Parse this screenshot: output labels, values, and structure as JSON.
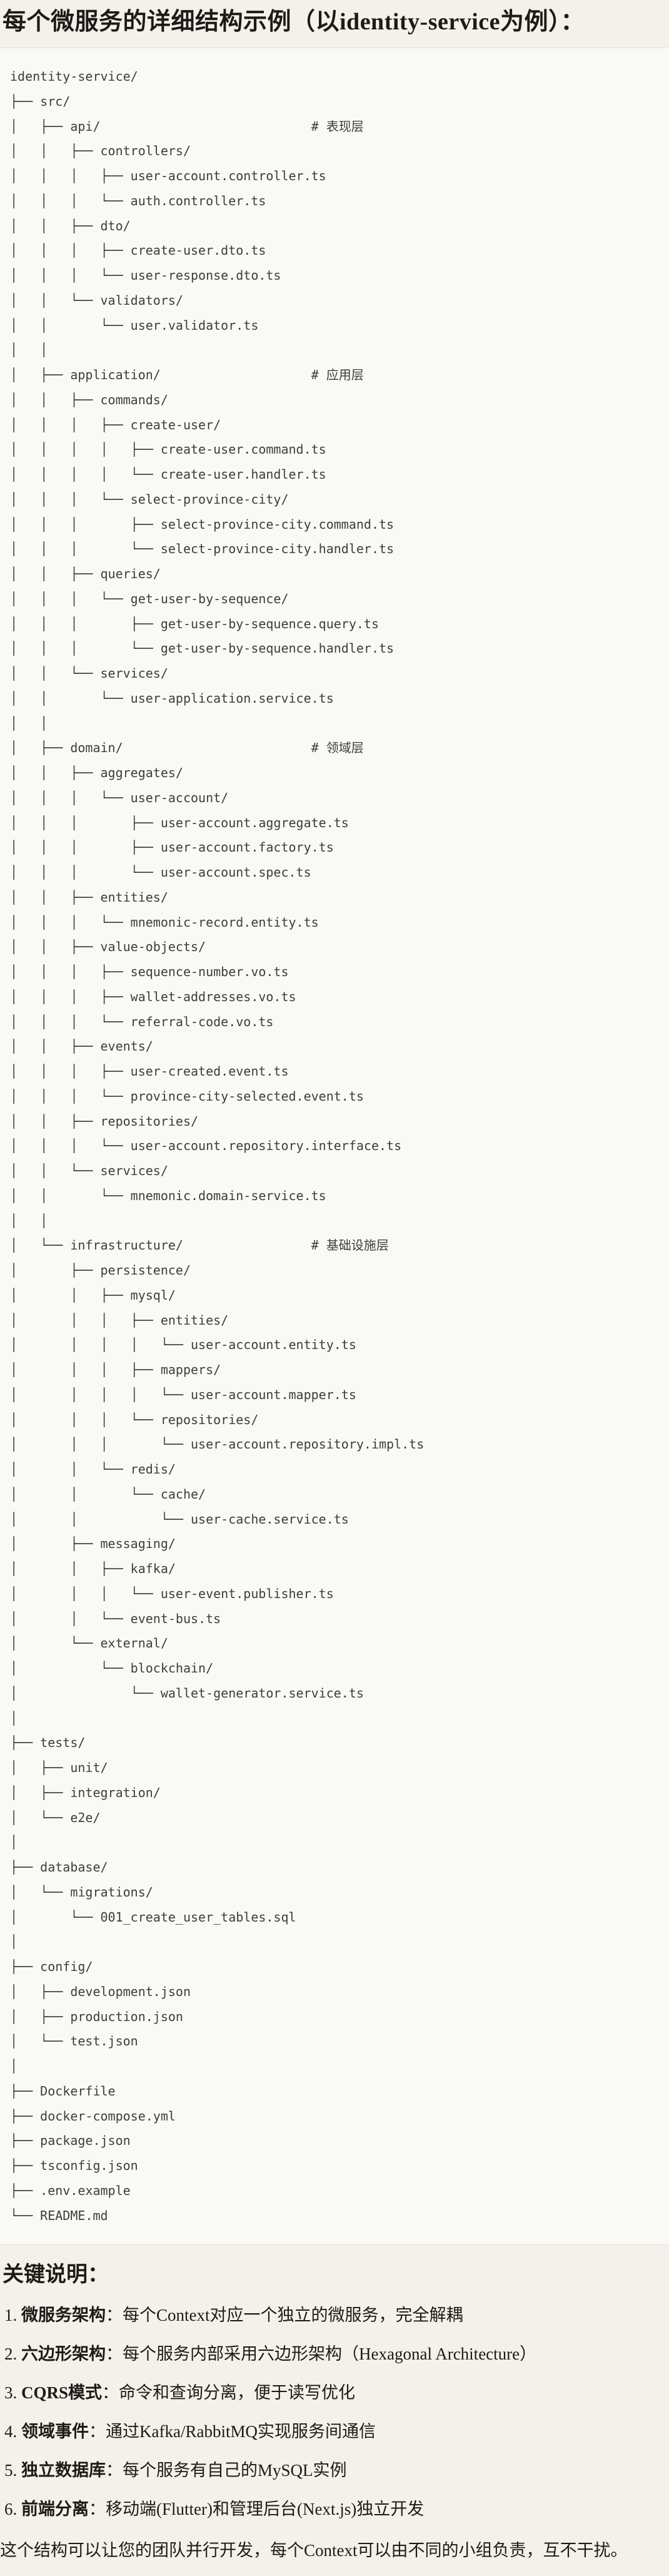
{
  "page": {
    "title": "每个微服务的详细结构示例（以identity-service为例）：",
    "colors": {
      "page_bg": "#f3f1ea",
      "code_bg": "#f9f9f6",
      "code_border": "#e3e1d8",
      "code_text": "#3e3d3a",
      "body_text": "#1c1b17"
    },
    "tree": {
      "lines": [
        "identity-service/",
        "├── src/",
        "│   ├── api/                            # 表现层",
        "│   │   ├── controllers/",
        "│   │   │   ├── user-account.controller.ts",
        "│   │   │   └── auth.controller.ts",
        "│   │   ├── dto/",
        "│   │   │   ├── create-user.dto.ts",
        "│   │   │   └── user-response.dto.ts",
        "│   │   └── validators/",
        "│   │       └── user.validator.ts",
        "│   │",
        "│   ├── application/                    # 应用层",
        "│   │   ├── commands/",
        "│   │   │   ├── create-user/",
        "│   │   │   │   ├── create-user.command.ts",
        "│   │   │   │   └── create-user.handler.ts",
        "│   │   │   └── select-province-city/",
        "│   │   │       ├── select-province-city.command.ts",
        "│   │   │       └── select-province-city.handler.ts",
        "│   │   ├── queries/",
        "│   │   │   └── get-user-by-sequence/",
        "│   │   │       ├── get-user-by-sequence.query.ts",
        "│   │   │       └── get-user-by-sequence.handler.ts",
        "│   │   └── services/",
        "│   │       └── user-application.service.ts",
        "│   │",
        "│   ├── domain/                         # 领域层",
        "│   │   ├── aggregates/",
        "│   │   │   └── user-account/",
        "│   │   │       ├── user-account.aggregate.ts",
        "│   │   │       ├── user-account.factory.ts",
        "│   │   │       └── user-account.spec.ts",
        "│   │   ├── entities/",
        "│   │   │   └── mnemonic-record.entity.ts",
        "│   │   ├── value-objects/",
        "│   │   │   ├── sequence-number.vo.ts",
        "│   │   │   ├── wallet-addresses.vo.ts",
        "│   │   │   └── referral-code.vo.ts",
        "│   │   ├── events/",
        "│   │   │   ├── user-created.event.ts",
        "│   │   │   └── province-city-selected.event.ts",
        "│   │   ├── repositories/",
        "│   │   │   └── user-account.repository.interface.ts",
        "│   │   └── services/",
        "│   │       └── mnemonic.domain-service.ts",
        "│   │",
        "│   └── infrastructure/                 # 基础设施层",
        "│       ├── persistence/",
        "│       │   ├── mysql/",
        "│       │   │   ├── entities/",
        "│       │   │   │   └── user-account.entity.ts",
        "│       │   │   ├── mappers/",
        "│       │   │   │   └── user-account.mapper.ts",
        "│       │   │   └── repositories/",
        "│       │   │       └── user-account.repository.impl.ts",
        "│       │   └── redis/",
        "│       │       └── cache/",
        "│       │           └── user-cache.service.ts",
        "│       ├── messaging/",
        "│       │   ├── kafka/",
        "│       │   │   └── user-event.publisher.ts",
        "│       │   └── event-bus.ts",
        "│       └── external/",
        "│           └── blockchain/",
        "│               └── wallet-generator.service.ts",
        "│",
        "├── tests/",
        "│   ├── unit/",
        "│   ├── integration/",
        "│   └── e2e/",
        "│",
        "├── database/",
        "│   └── migrations/",
        "│       └── 001_create_user_tables.sql",
        "│",
        "├── config/",
        "│   ├── development.json",
        "│   ├── production.json",
        "│   └── test.json",
        "│",
        "├── Dockerfile",
        "├── docker-compose.yml",
        "├── package.json",
        "├── tsconfig.json",
        "├── .env.example",
        "└── README.md"
      ]
    },
    "notes": {
      "heading": "关键说明：",
      "items": [
        {
          "num": "1.",
          "label": "微服务架构",
          "text": "：每个Context对应一个独立的微服务，完全解耦"
        },
        {
          "num": "2.",
          "label": "六边形架构",
          "text": "：每个服务内部采用六边形架构（Hexagonal Architecture）"
        },
        {
          "num": "3.",
          "label": "CQRS模式",
          "text": "：命令和查询分离，便于读写优化"
        },
        {
          "num": "4.",
          "label": "领域事件",
          "text": "：通过Kafka/RabbitMQ实现服务间通信"
        },
        {
          "num": "5.",
          "label": "独立数据库",
          "text": "：每个服务有自己的MySQL实例"
        },
        {
          "num": "6.",
          "label": "前端分离",
          "text": "：移动端(Flutter)和管理后台(Next.js)独立开发"
        }
      ],
      "footer": "这个结构可以让您的团队并行开发，每个Context可以由不同的小组负责，互不干扰。"
    }
  }
}
